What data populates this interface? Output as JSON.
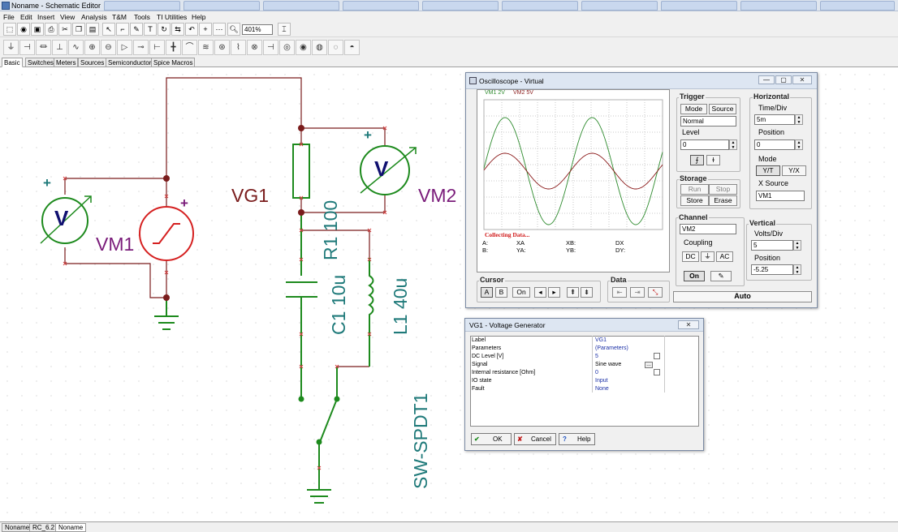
{
  "app": {
    "title": "Noname - Schematic Editor"
  },
  "menu": [
    "File",
    "Edit",
    "Insert",
    "View",
    "Analysis",
    "T&M",
    "Tools",
    "TI Utilities",
    "Help"
  ],
  "toolbar": {
    "zoom": "401%"
  },
  "component_tabs": [
    "Basic",
    "Switches",
    "Meters",
    "Sources",
    "Semiconductors",
    "Spice Macros"
  ],
  "schematic": {
    "labels": {
      "vg1": "VG1",
      "r1": "R1 100",
      "vm2": "VM2",
      "vm1": "VM1",
      "c1": "C1 10u",
      "l1": "L1 40u",
      "sw": "SW-SPDT1"
    },
    "meter_glyph": "V",
    "plus": "+"
  },
  "bottom_tabs": [
    "Noname",
    "RC_6.2",
    "Noname"
  ],
  "oscilloscope": {
    "title": "Oscilloscope - Virtual",
    "legend": [
      {
        "text": "VM1 2V",
        "color": "#2e8b2e"
      },
      {
        "text": "VM2 5V",
        "color": "#8b1a1a"
      }
    ],
    "status": "Collecting Data...",
    "measurements": [
      "A:",
      "XA",
      "XB:",
      "DX",
      "B:",
      "YA:",
      "YB:",
      "DY:"
    ],
    "trigger": {
      "label": "Trigger",
      "mode": "Mode",
      "source": "Source",
      "mode_value": "Normal",
      "level_label": "Level",
      "level_value": "0",
      "rise": "⨍",
      "fall": "ɫ"
    },
    "horizontal": {
      "label": "Horizontal",
      "time_div_label": "Time/Div",
      "time_div_value": "5m",
      "position_label": "Position",
      "position_value": "0",
      "mode_label": "Mode",
      "yt": "Y/T",
      "xy": "Y/X",
      "x_source_label": "X Source",
      "x_source_value": "VM1"
    },
    "storage": {
      "label": "Storage",
      "run": "Run",
      "stop": "Stop",
      "store": "Store",
      "erase": "Erase"
    },
    "channel": {
      "label": "Channel",
      "value": "VM2",
      "coupling_label": "Coupling",
      "dc": "DC",
      "gnd": "⏚",
      "ac": "AC",
      "on": "On"
    },
    "vertical": {
      "label": "Vertical",
      "volts_div_label": "Volts/Div",
      "volts_div_value": "5",
      "position_label": "Position",
      "position_value": "-5.25"
    },
    "cursor": {
      "label": "Cursor",
      "a": "A",
      "b": "B",
      "on": "On",
      "left": "◂",
      "right": "▸",
      "up": "⇞",
      "down": "⇟"
    },
    "data": {
      "label": "Data"
    },
    "auto": "Auto",
    "colors": {
      "vm1": "#2e8b2e",
      "vm2": "#8b1a1a"
    }
  },
  "vg1_dialog": {
    "title": "VG1 - Voltage Generator",
    "rows": [
      {
        "name": "Label",
        "value": "VG1"
      },
      {
        "name": "Parameters",
        "value": "(Parameters)"
      },
      {
        "name": "DC Level [V]",
        "value": "5"
      },
      {
        "name": "Signal",
        "value": "Sine wave"
      },
      {
        "name": "Internal resistance [Ohm]",
        "value": "0"
      },
      {
        "name": "IO state",
        "value": "Input"
      },
      {
        "name": "Fault",
        "value": "None"
      }
    ],
    "ok": "OK",
    "cancel": "Cancel",
    "help": "Help"
  },
  "window_buttons": {
    "minimize": "—",
    "maximize": "▢",
    "close": "✕"
  }
}
